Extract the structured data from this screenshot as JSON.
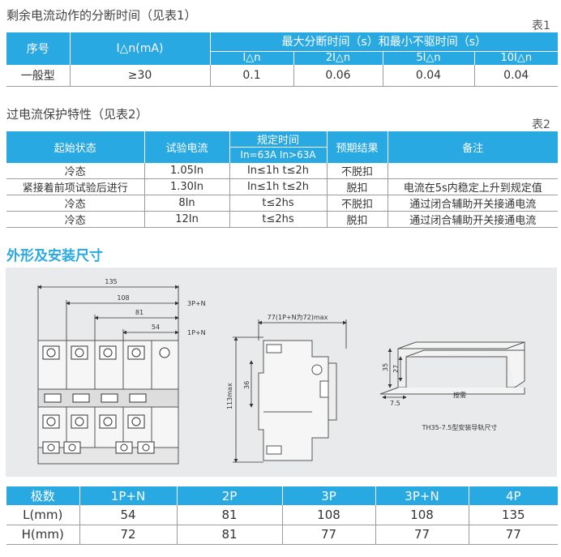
{
  "section1": {
    "title": "剩余电流动作的分断时间（见表1）",
    "table_label": "表1",
    "headers": {
      "col1": "序号",
      "col2": "I△n(mA)",
      "span_title": "最大分断时间（s）和最小不驱时间（s）",
      "sub": [
        "I△n",
        "2I△n",
        "5I△n",
        "10I△n"
      ]
    },
    "row": [
      "一般型",
      "≥30",
      "0.1",
      "0.06",
      "0.04",
      "0.04"
    ]
  },
  "section2": {
    "title": "过电流保护特性（见表2）",
    "table_label": "表2",
    "headers": {
      "initial_state": "起始状态",
      "test_current": "试验电流",
      "specified_time": "规定时间",
      "time_sub": "In=63A  In>63A",
      "expected": "预期结果",
      "remarks": "备注"
    },
    "rows": [
      [
        "冷态",
        "1.05In",
        "In≤1h  t≤2h",
        "不脱扣",
        ""
      ],
      [
        "紧接着前项试验后进行",
        "1.30In",
        "In≤1h  t≤2h",
        "脱扣",
        "电流在5s内稳定上升到规定值"
      ],
      [
        "冷态",
        "8In",
        "t≤2hs",
        "不脱扣",
        "通过闭合辅助开关接通电流"
      ],
      [
        "冷态",
        "12In",
        "t≤2hs",
        "脱扣",
        "通过闭合辅助开关接通电流"
      ]
    ]
  },
  "section3": {
    "title": "外形及安装尺寸",
    "front": {
      "dims": [
        "135",
        "108",
        "81",
        "54"
      ],
      "labels": [
        "3P+N",
        "1P+N"
      ]
    },
    "side": {
      "width_label": "77(1P+N为72)max",
      "height_label": "113max",
      "inner_label": "36"
    },
    "rail": {
      "dims": [
        "35",
        "27",
        "7.5"
      ],
      "center_label": "按需",
      "caption": "TH35-7.5型安装导轨尺寸"
    }
  },
  "section4": {
    "headers": [
      "极数",
      "1P+N",
      "2P",
      "3P",
      "3P+N",
      "4P"
    ],
    "rows": [
      [
        "L(mm)",
        "54",
        "81",
        "108",
        "108",
        "135"
      ],
      [
        "H(mm)",
        "72",
        "81",
        "77",
        "77",
        "77"
      ]
    ]
  },
  "colors": {
    "accent": "#29a9e1",
    "drawing_bg": "#e9eaeb"
  }
}
